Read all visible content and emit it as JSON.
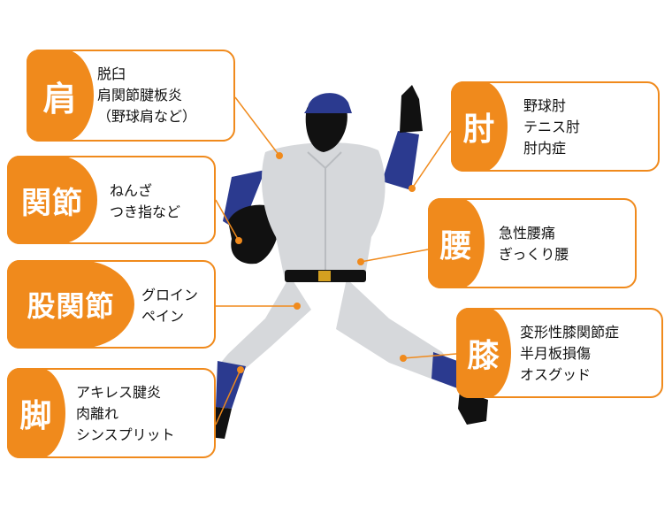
{
  "colors": {
    "accent": "#f08a1c",
    "uniform": "#d6d8db",
    "navy": "#2b3a8f",
    "skin": "#111111"
  },
  "labels": {
    "shoulder": {
      "title": "肩",
      "items": [
        "脱臼",
        "肩関節腱板炎",
        "（野球肩など）"
      ]
    },
    "joint": {
      "title": "関節",
      "items": [
        "ねんざ",
        "つき指など"
      ]
    },
    "groin": {
      "title": "股関節",
      "items": [
        "グロイン",
        "ペイン"
      ]
    },
    "ankle": {
      "title": "脚",
      "items": [
        "アキレス腱炎",
        "肉離れ",
        "シンスプリット"
      ]
    },
    "elbow": {
      "title": "肘",
      "items": [
        "野球肘",
        "テニス肘",
        "肘内症"
      ]
    },
    "waist": {
      "title": "腰",
      "items": [
        "急性腰痛",
        "ぎっくり腰"
      ]
    },
    "knee": {
      "title": "膝",
      "items": [
        "変形性膝関節症",
        "半月板損傷",
        "オスグッド"
      ]
    }
  }
}
